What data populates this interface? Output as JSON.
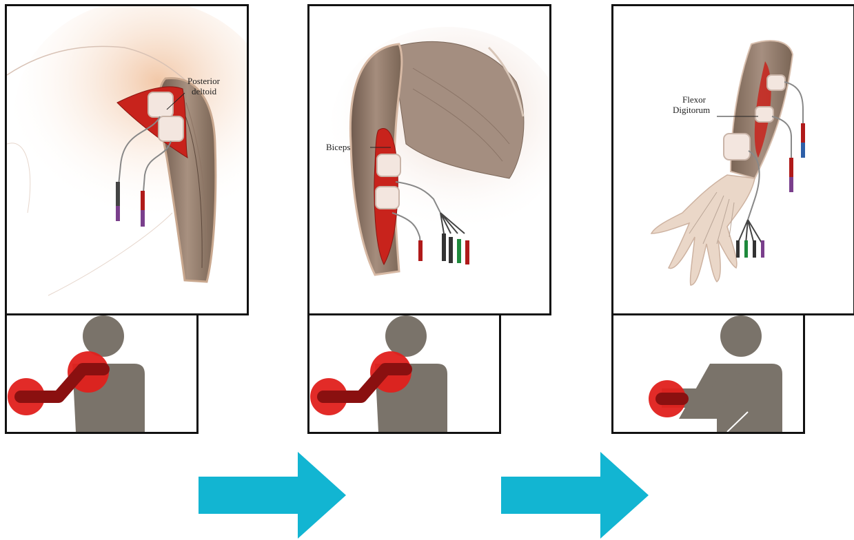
{
  "panels": [
    {
      "muscle_label_line1": "Posterior",
      "muscle_label_line2": "deltoid"
    },
    {
      "muscle_label_line1": "Biceps"
    },
    {
      "muscle_label_line1": "Flexor",
      "muscle_label_line2": "Digitorum"
    }
  ],
  "colors": {
    "arrow": "#12b5d2",
    "figure": "#7a736a",
    "highlight": "#e0201c",
    "muscle": "#c8231c",
    "border": "#111111"
  },
  "icons": [
    "shoulder-elbow-movement-icon",
    "elbow-movement-icon",
    "wrist-movement-icon",
    "right-arrow-icon"
  ]
}
